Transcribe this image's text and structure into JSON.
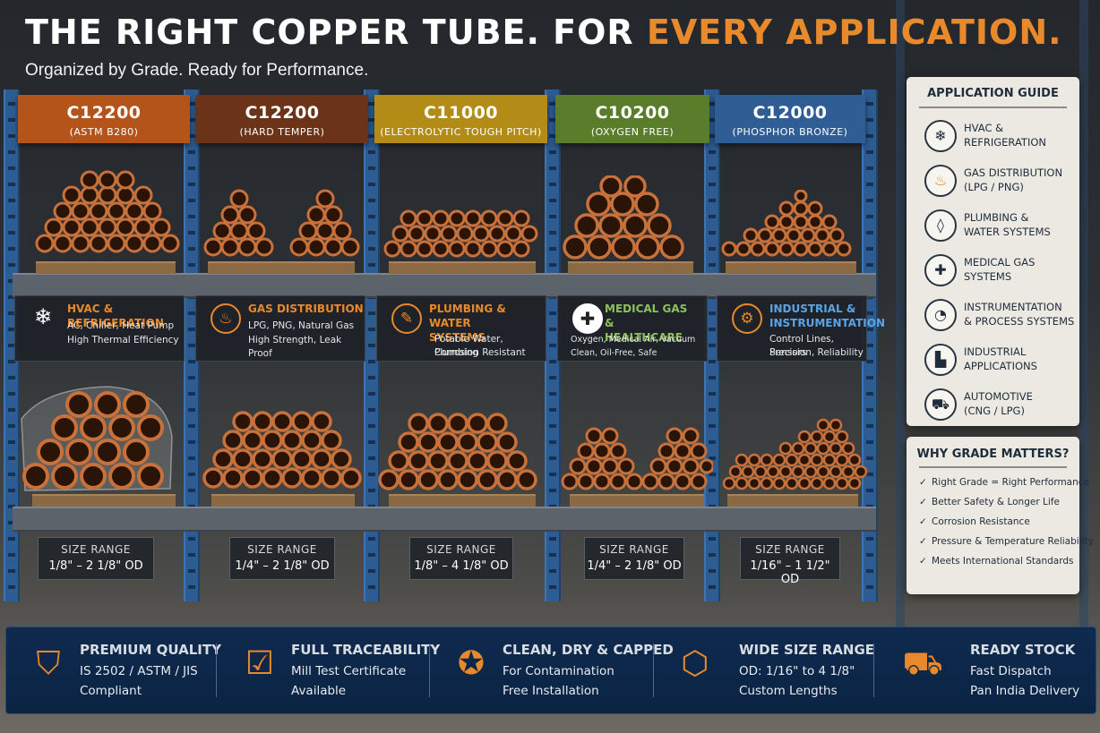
{
  "header": {
    "title_white": "THE RIGHT COPPER TUBE. FOR ",
    "title_orange": "EVERY APPLICATION.",
    "subtitle": "Organized by Grade. Ready for Performance."
  },
  "grades": [
    {
      "code": "C12200",
      "sub": "(ASTM B280)",
      "color": "#b4541b"
    },
    {
      "code": "C12200",
      "sub": "(HARD TEMPER)",
      "color": "#6b3418"
    },
    {
      "code": "C11000",
      "sub": "(ELECTROLYTIC TOUGH PITCH)",
      "color": "#b38c17"
    },
    {
      "code": "C10200",
      "sub": "(OXYGEN FREE)",
      "color": "#5a7d2c"
    },
    {
      "code": "C12000",
      "sub": "(PHOSPHOR BRONZE)",
      "color": "#2f5d94"
    }
  ],
  "categories": [
    {
      "title": "HVAC & REFRIGERATION",
      "line1": "AC, Chiller, Heat Pump",
      "line2": "High Thermal Efficiency",
      "icon": "snowflake-icon"
    },
    {
      "title": "GAS DISTRIBUTION",
      "line1": "LPG, PNG, Natural Gas",
      "line2": "High Strength, Leak Proof",
      "icon": "flame-icon"
    },
    {
      "title": "PLUMBING & WATER SYSTEMS",
      "line1": "Potable Water, Plumbing",
      "line2": "Corrosion Resistant",
      "icon": "wrench-icon"
    },
    {
      "title": "MEDICAL GAS & HEALTHCARE",
      "line1": "Oxygen, Medical Air, Vacuum",
      "line2": "Clean, Oil-Free, Safe",
      "icon": "medical-cross-icon"
    },
    {
      "title": "INDUSTRIAL & INSTRUMENTATION",
      "line1": "Control Lines, Sensors",
      "line2": "Precision, Reliability",
      "icon": "gear-icon"
    }
  ],
  "size_ranges": [
    {
      "label": "SIZE RANGE",
      "value": "1/8\" – 2 1/8\" OD"
    },
    {
      "label": "SIZE RANGE",
      "value": "1/4\" – 2 1/8\" OD"
    },
    {
      "label": "SIZE RANGE",
      "value": "1/8\" – 4 1/8\" OD"
    },
    {
      "label": "SIZE RANGE",
      "value": "1/4\" – 2 1/8\" OD"
    },
    {
      "label": "SIZE RANGE",
      "value": "1/16\" – 1 1/2\" OD"
    }
  ],
  "application_guide": {
    "title": "APPLICATION GUIDE",
    "items": [
      {
        "line1": "HVAC &",
        "line2": "REFRIGERATION",
        "icon": "snowflake-icon"
      },
      {
        "line1": "GAS DISTRIBUTION",
        "line2": "(LPG / PNG)",
        "icon": "flame-icon"
      },
      {
        "line1": "PLUMBING &",
        "line2": "WATER SYSTEMS",
        "icon": "water-drop-icon"
      },
      {
        "line1": "MEDICAL GAS",
        "line2": "SYSTEMS",
        "icon": "medical-cross-icon"
      },
      {
        "line1": "INSTRUMENTATION",
        "line2": "& PROCESS SYSTEMS",
        "icon": "gauge-icon"
      },
      {
        "line1": "INDUSTRIAL",
        "line2": "APPLICATIONS",
        "icon": "factory-icon"
      },
      {
        "line1": "AUTOMOTIVE",
        "line2": "(CNG / LPG)",
        "icon": "car-icon"
      }
    ]
  },
  "why_grade": {
    "title": "WHY GRADE MATTERS?",
    "items": [
      "Right Grade = Right Performance",
      "Better Safety & Longer Life",
      "Corrosion Resistance",
      "Pressure & Temperature Reliability",
      "Meets International Standards"
    ]
  },
  "footer": [
    {
      "title": "PREMIUM QUALITY",
      "line1": "IS 2502 / ASTM / JIS",
      "line2": "Compliant",
      "icon": "shield-check-icon"
    },
    {
      "title": "FULL TRACEABILITY",
      "line1": "Mill Test Certificate",
      "line2": "Available",
      "icon": "clipboard-check-icon"
    },
    {
      "title": "CLEAN, DRY & CAPPED",
      "line1": "For Contamination",
      "line2": "Free Installation",
      "icon": "award-badge-icon"
    },
    {
      "title": "WIDE SIZE RANGE",
      "line1": "OD: 1/16\" to 4 1/8\"",
      "line2": "Custom Lengths",
      "icon": "open-box-icon"
    },
    {
      "title": "READY STOCK",
      "line1": "Fast Dispatch",
      "line2": "Pan India Delivery",
      "icon": "delivery-truck-icon"
    }
  ],
  "colors": {
    "accent": "#e8892c",
    "navy": "#0e2a4e",
    "rack_blue": "#2d5c93",
    "copper": "#b5602a"
  }
}
